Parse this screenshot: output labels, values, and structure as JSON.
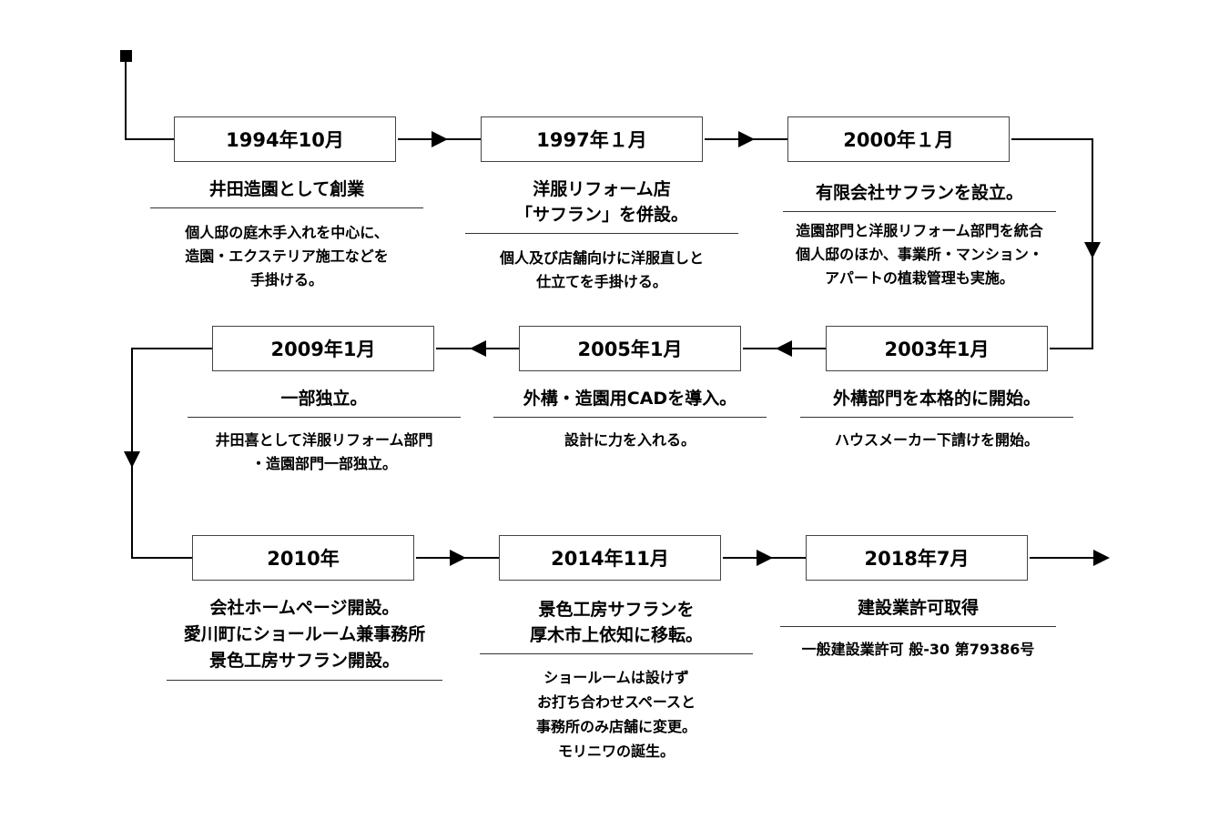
{
  "events": [
    {
      "date": "1994年10月",
      "title": "井田造園として創業",
      "desc": "個人邸の庭木手入れを中心に、\n造園・エクステリア施工などを\n手掛ける。"
    },
    {
      "date": "1997年１月",
      "title": "洋服リフォーム店\n「サフラン」を併設。",
      "desc": "個人及び店舗向けに洋服直しと\n仕立てを手掛ける。"
    },
    {
      "date": "2000年１月",
      "title": "有限会社サフランを設立。",
      "desc": "造園部門と洋服リフォーム部門を統合\n個人邸のほか、事業所・マンション・\nアパートの植栽管理も実施。"
    },
    {
      "date": "2003年1月",
      "title": "外構部門を本格的に開始。",
      "desc": "ハウスメーカー下請けを開始。"
    },
    {
      "date": "2005年1月",
      "title": "外構・造園用CADを導入。",
      "desc": "設計に力を入れる。"
    },
    {
      "date": "2009年1月",
      "title": "一部独立。",
      "desc": "井田喜として洋服リフォーム部門\n・造園部門一部独立。"
    },
    {
      "date": "2010年",
      "title": "会社ホームページ開設。\n愛川町にショールーム兼事務所\n景色工房サフラン開設。",
      "desc": ""
    },
    {
      "date": "2014年11月",
      "title": "景色工房サフランを\n厚木市上依知に移転。",
      "desc": "ショールームは設けず\nお打ち合わせスペースと\n事務所のみ店舗に変更。\nモリニワの誕生。"
    },
    {
      "date": "2018年7月",
      "title": "建設業許可取得",
      "desc": "一般建設業許可 般-30 第79386号"
    }
  ]
}
